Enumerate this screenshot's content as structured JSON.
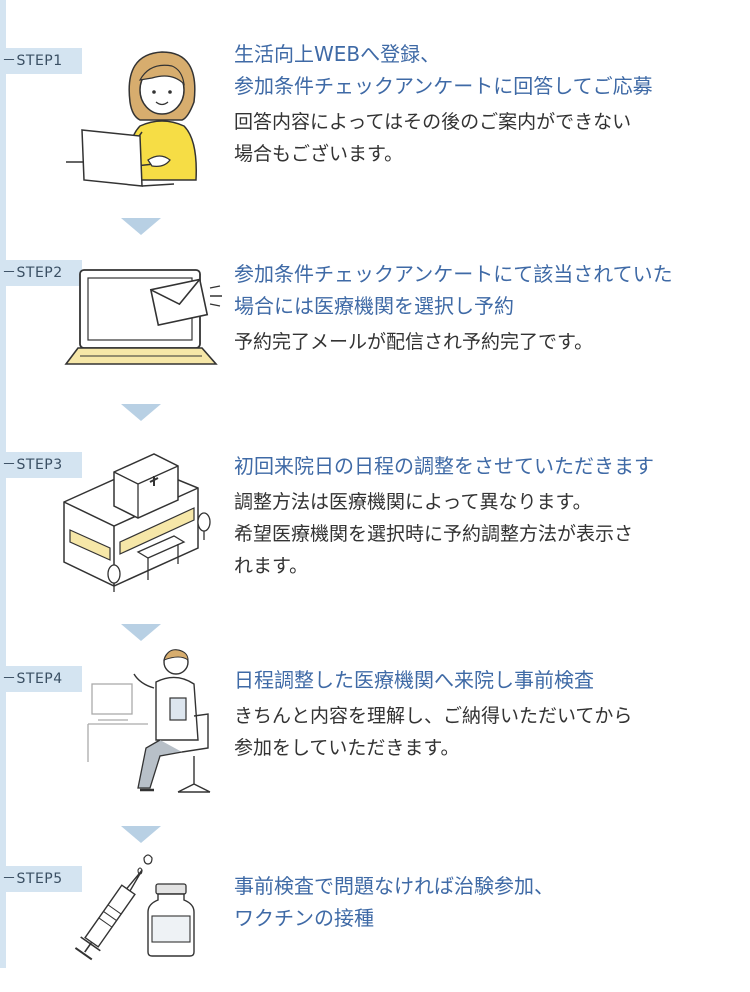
{
  "accent_color": "#3f6aa6",
  "rail_color": "#d4e4f1",
  "arrow_color": "#b8d0e4",
  "steps": [
    {
      "label": "－STEP1",
      "icon": "woman-with-laptop-icon",
      "headline_lines": [
        "生活向上WEBへ登録、",
        "参加条件チェックアンケートに回答してご応募"
      ],
      "body_lines": [
        "回答内容によってはその後のご案内ができない",
        "場合もございます。"
      ]
    },
    {
      "label": "－STEP2",
      "icon": "laptop-email-icon",
      "headline_lines": [
        "参加条件チェックアンケートにて該当されていた",
        "場合には医療機関を選択し予約"
      ],
      "body_lines": [
        "予約完了メールが配信され予約完了です。"
      ]
    },
    {
      "label": "－STEP3",
      "icon": "hospital-building-icon",
      "headline_lines": [
        "初回来院日の日程の調整をさせていただきます"
      ],
      "body_lines": [
        "調整方法は医療機関によって異なります。",
        "希望医療機関を選択時に予約調整方法が表示さ",
        "れます。"
      ]
    },
    {
      "label": "－STEP4",
      "icon": "doctor-in-chair-icon",
      "headline_lines": [
        "日程調整した医療機関へ来院し事前検査"
      ],
      "body_lines": [
        "きちんと内容を理解し、ご納得いただいてから",
        "参加をしていただきます。"
      ]
    },
    {
      "label": "－STEP5",
      "icon": "syringe-vial-icon",
      "headline_lines": [
        "事前検査で問題なければ治験参加、",
        "ワクチンの接種"
      ],
      "body_lines": []
    }
  ]
}
